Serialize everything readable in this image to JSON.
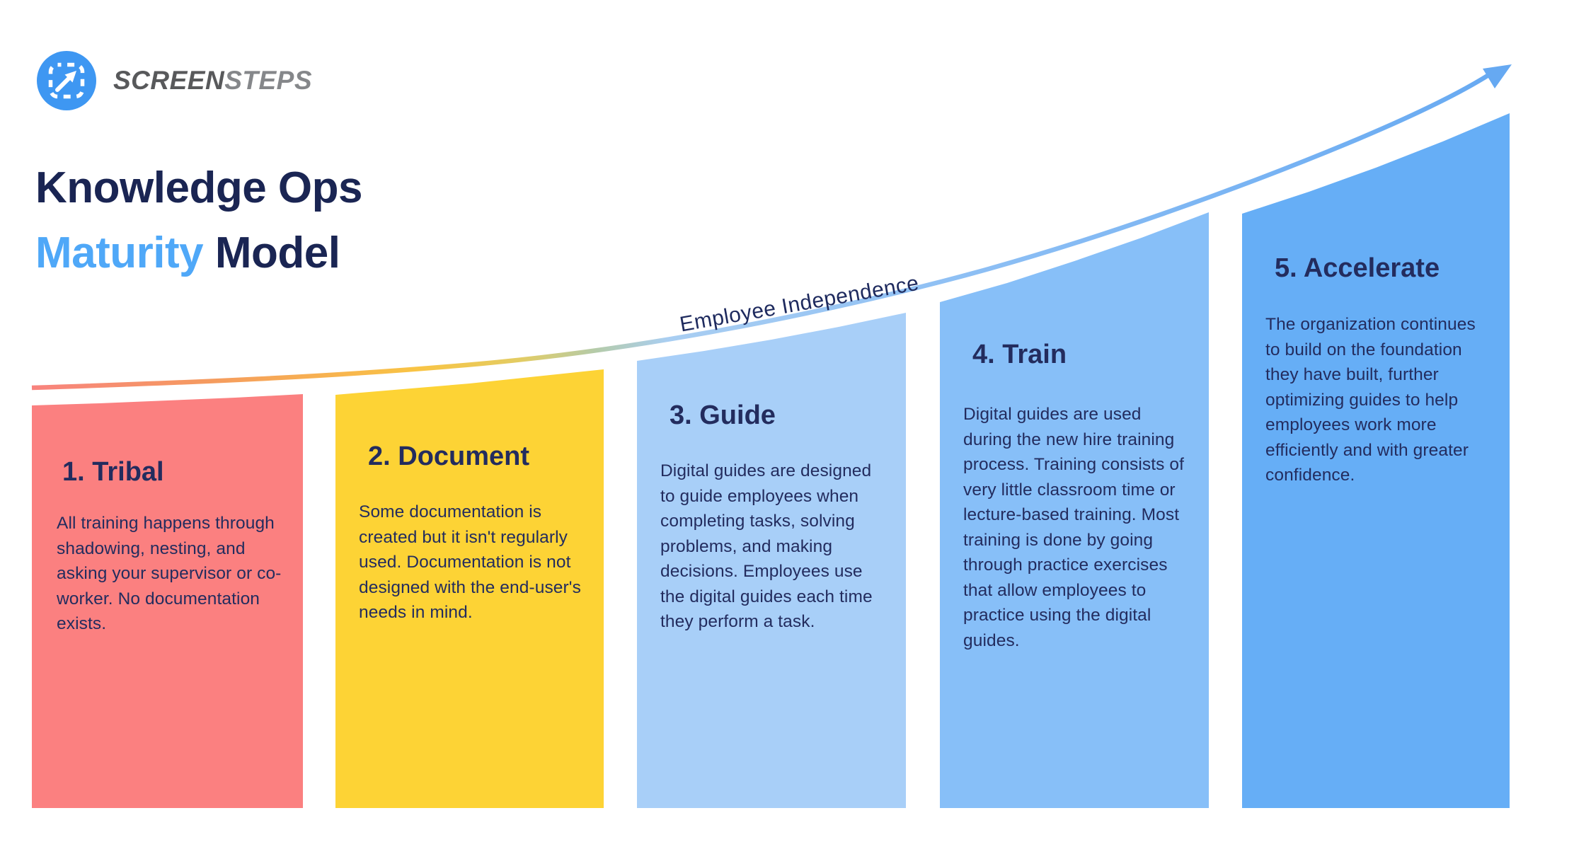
{
  "logo": {
    "brand_bold": "SCREEN",
    "brand_light": "STEPS",
    "icon_color": "#3E97F2",
    "brand_bold_color": "#58595B",
    "brand_light_color": "#85878A"
  },
  "title": {
    "line1": "Knowledge Ops",
    "line2_highlight": "Maturity",
    "line2_rest": " Model",
    "text_color": "#1A2553",
    "highlight_color": "#4FA8F8"
  },
  "curve": {
    "label": "Employee Independence",
    "label_color": "#1E2A5E",
    "gradient_stops": [
      {
        "offset": 0,
        "color": "#F8837E"
      },
      {
        "offset": 0.12,
        "color": "#F59B5F"
      },
      {
        "offset": 0.26,
        "color": "#F9C444"
      },
      {
        "offset": 0.33,
        "color": "#E3CC63"
      },
      {
        "offset": 0.38,
        "color": "#B5CBA8"
      },
      {
        "offset": 0.43,
        "color": "#A9CEF2"
      },
      {
        "offset": 0.62,
        "color": "#8FC0F4"
      },
      {
        "offset": 1,
        "color": "#66A9F2"
      }
    ]
  },
  "text_color": "#232C5E",
  "stages": [
    {
      "title": "1. Tribal",
      "description": "All training happens through shadowing, nesting, and asking your supervisor or co-worker. No documentation exists.",
      "color": "#FB8080"
    },
    {
      "title": "2. Document",
      "description": "Some documentation is created but it isn't regularly used. Documentation is not designed with the end-user's needs in mind.",
      "color": "#FDD335"
    },
    {
      "title": "3. Guide",
      "description": "Digital guides are designed to guide employees when completing tasks, solving problems, and making decisions. Employees use the digital guides each time they perform a task.",
      "color": "#A8CFF8"
    },
    {
      "title": "4. Train",
      "description": "Digital guides are used during the new hire training process. Training consists of very little classroom time or lecture-based training. Most training is done by going through practice exercises that allow employees to practice using the digital guides.",
      "color": "#87BFF8"
    },
    {
      "title": "5. Accelerate",
      "description": "The organization continues to build on the foundation they have built, further optimizing guides to help employees work more efficiently and with greater confidence.",
      "color": "#66AEF6"
    }
  ]
}
